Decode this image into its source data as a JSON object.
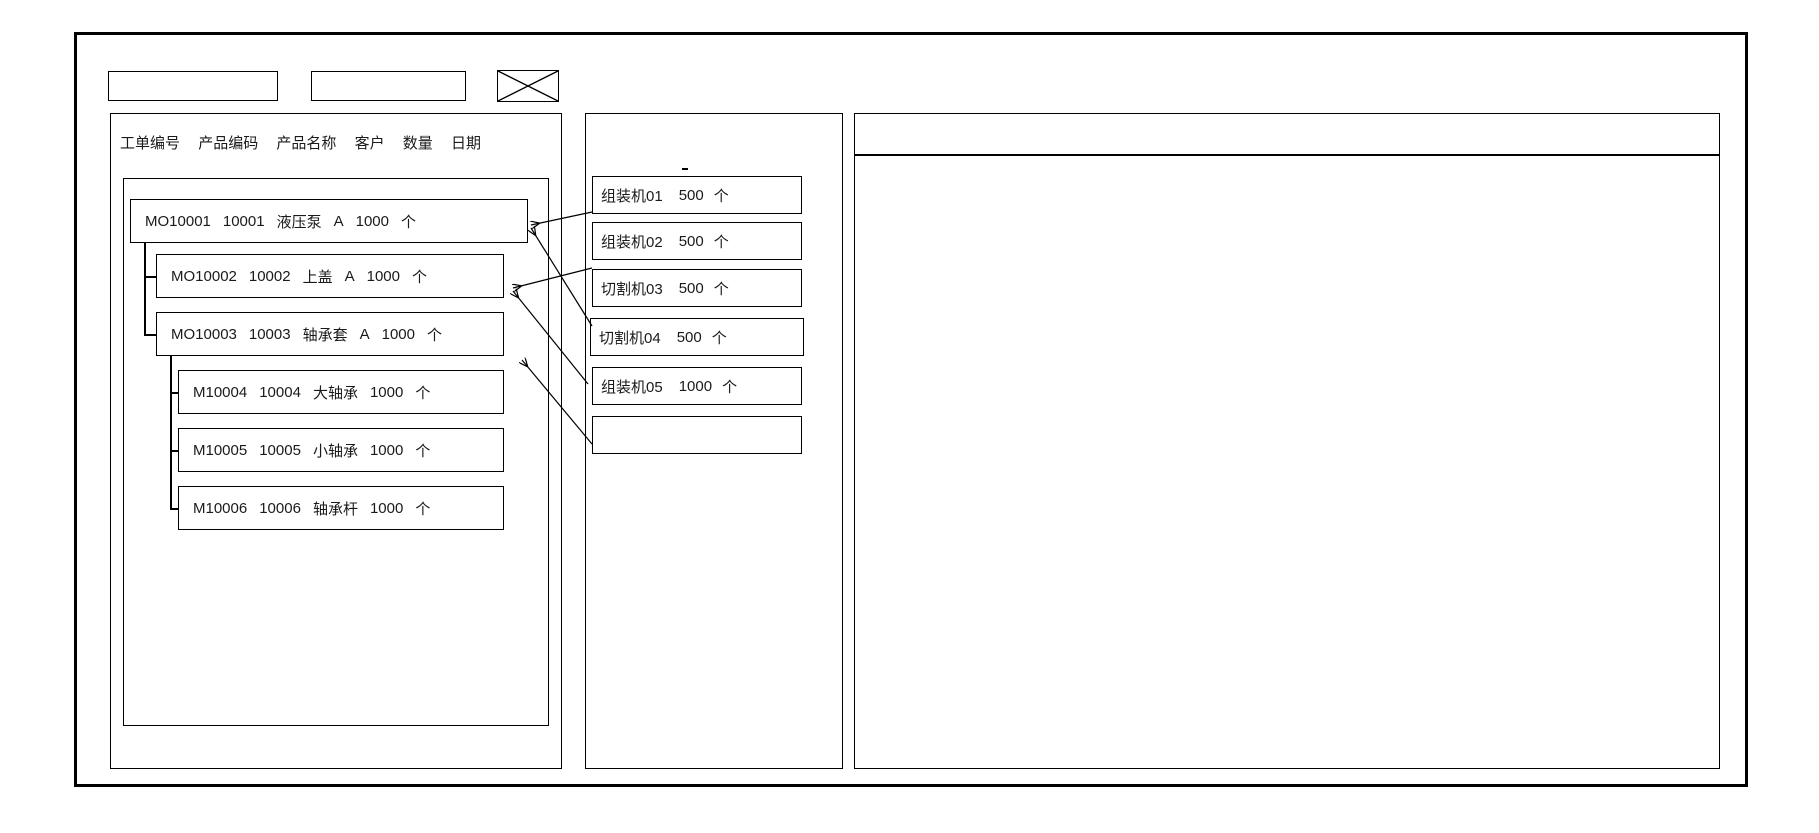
{
  "window": {
    "title": ""
  },
  "toolbar": {
    "fields": [
      {
        "name": "toolbar-field-1",
        "value": ""
      },
      {
        "name": "toolbar-field-2",
        "value": ""
      }
    ],
    "image_placeholder": {
      "icon": "crossed-box-image-placeholder-icon",
      "label": ""
    }
  },
  "left_panel": {
    "columns": [
      "工单编号",
      "产品编码",
      "产品名称",
      "客户",
      "数量",
      "日期"
    ],
    "rows": [
      {
        "depth": 0,
        "order_no": "MO10001",
        "product_code": "10001",
        "product_name": "液压泵",
        "customer": "A",
        "quantity": "1000",
        "unit": "个"
      },
      {
        "depth": 1,
        "order_no": "MO10002",
        "product_code": "10002",
        "product_name": "上盖",
        "customer": "A",
        "quantity": "1000",
        "unit": "个"
      },
      {
        "depth": 1,
        "order_no": "MO10003",
        "product_code": "10003",
        "product_name": "轴承套",
        "customer": "A",
        "quantity": "1000",
        "unit": "个"
      },
      {
        "depth": 2,
        "order_no": "M10004",
        "product_code": "10004",
        "product_name": "大轴承",
        "customer": "",
        "quantity": "1000",
        "unit": "个"
      },
      {
        "depth": 2,
        "order_no": "M10005",
        "product_code": "10005",
        "product_name": "小轴承",
        "customer": "",
        "quantity": "1000",
        "unit": "个"
      },
      {
        "depth": 2,
        "order_no": "M10006",
        "product_code": "10006",
        "product_name": "轴承杆",
        "customer": "",
        "quantity": "1000",
        "unit": "个"
      }
    ]
  },
  "middle_panel": {
    "rows": [
      {
        "machine": "组装机01",
        "quantity": "500",
        "unit": "个"
      },
      {
        "machine": "组装机02",
        "quantity": "500",
        "unit": "个"
      },
      {
        "machine": "切割机03",
        "quantity": "500",
        "unit": "个"
      },
      {
        "machine": "切割机04",
        "quantity": "500",
        "unit": "个"
      },
      {
        "machine": "组装机05",
        "quantity": "1000",
        "unit": "个"
      },
      {
        "machine": "",
        "quantity": "",
        "unit": ""
      }
    ]
  },
  "right_panel": {
    "header": "",
    "body": ""
  },
  "colors": {
    "stroke": "#000000",
    "background": "#ffffff",
    "text": "#1a1a1a"
  }
}
